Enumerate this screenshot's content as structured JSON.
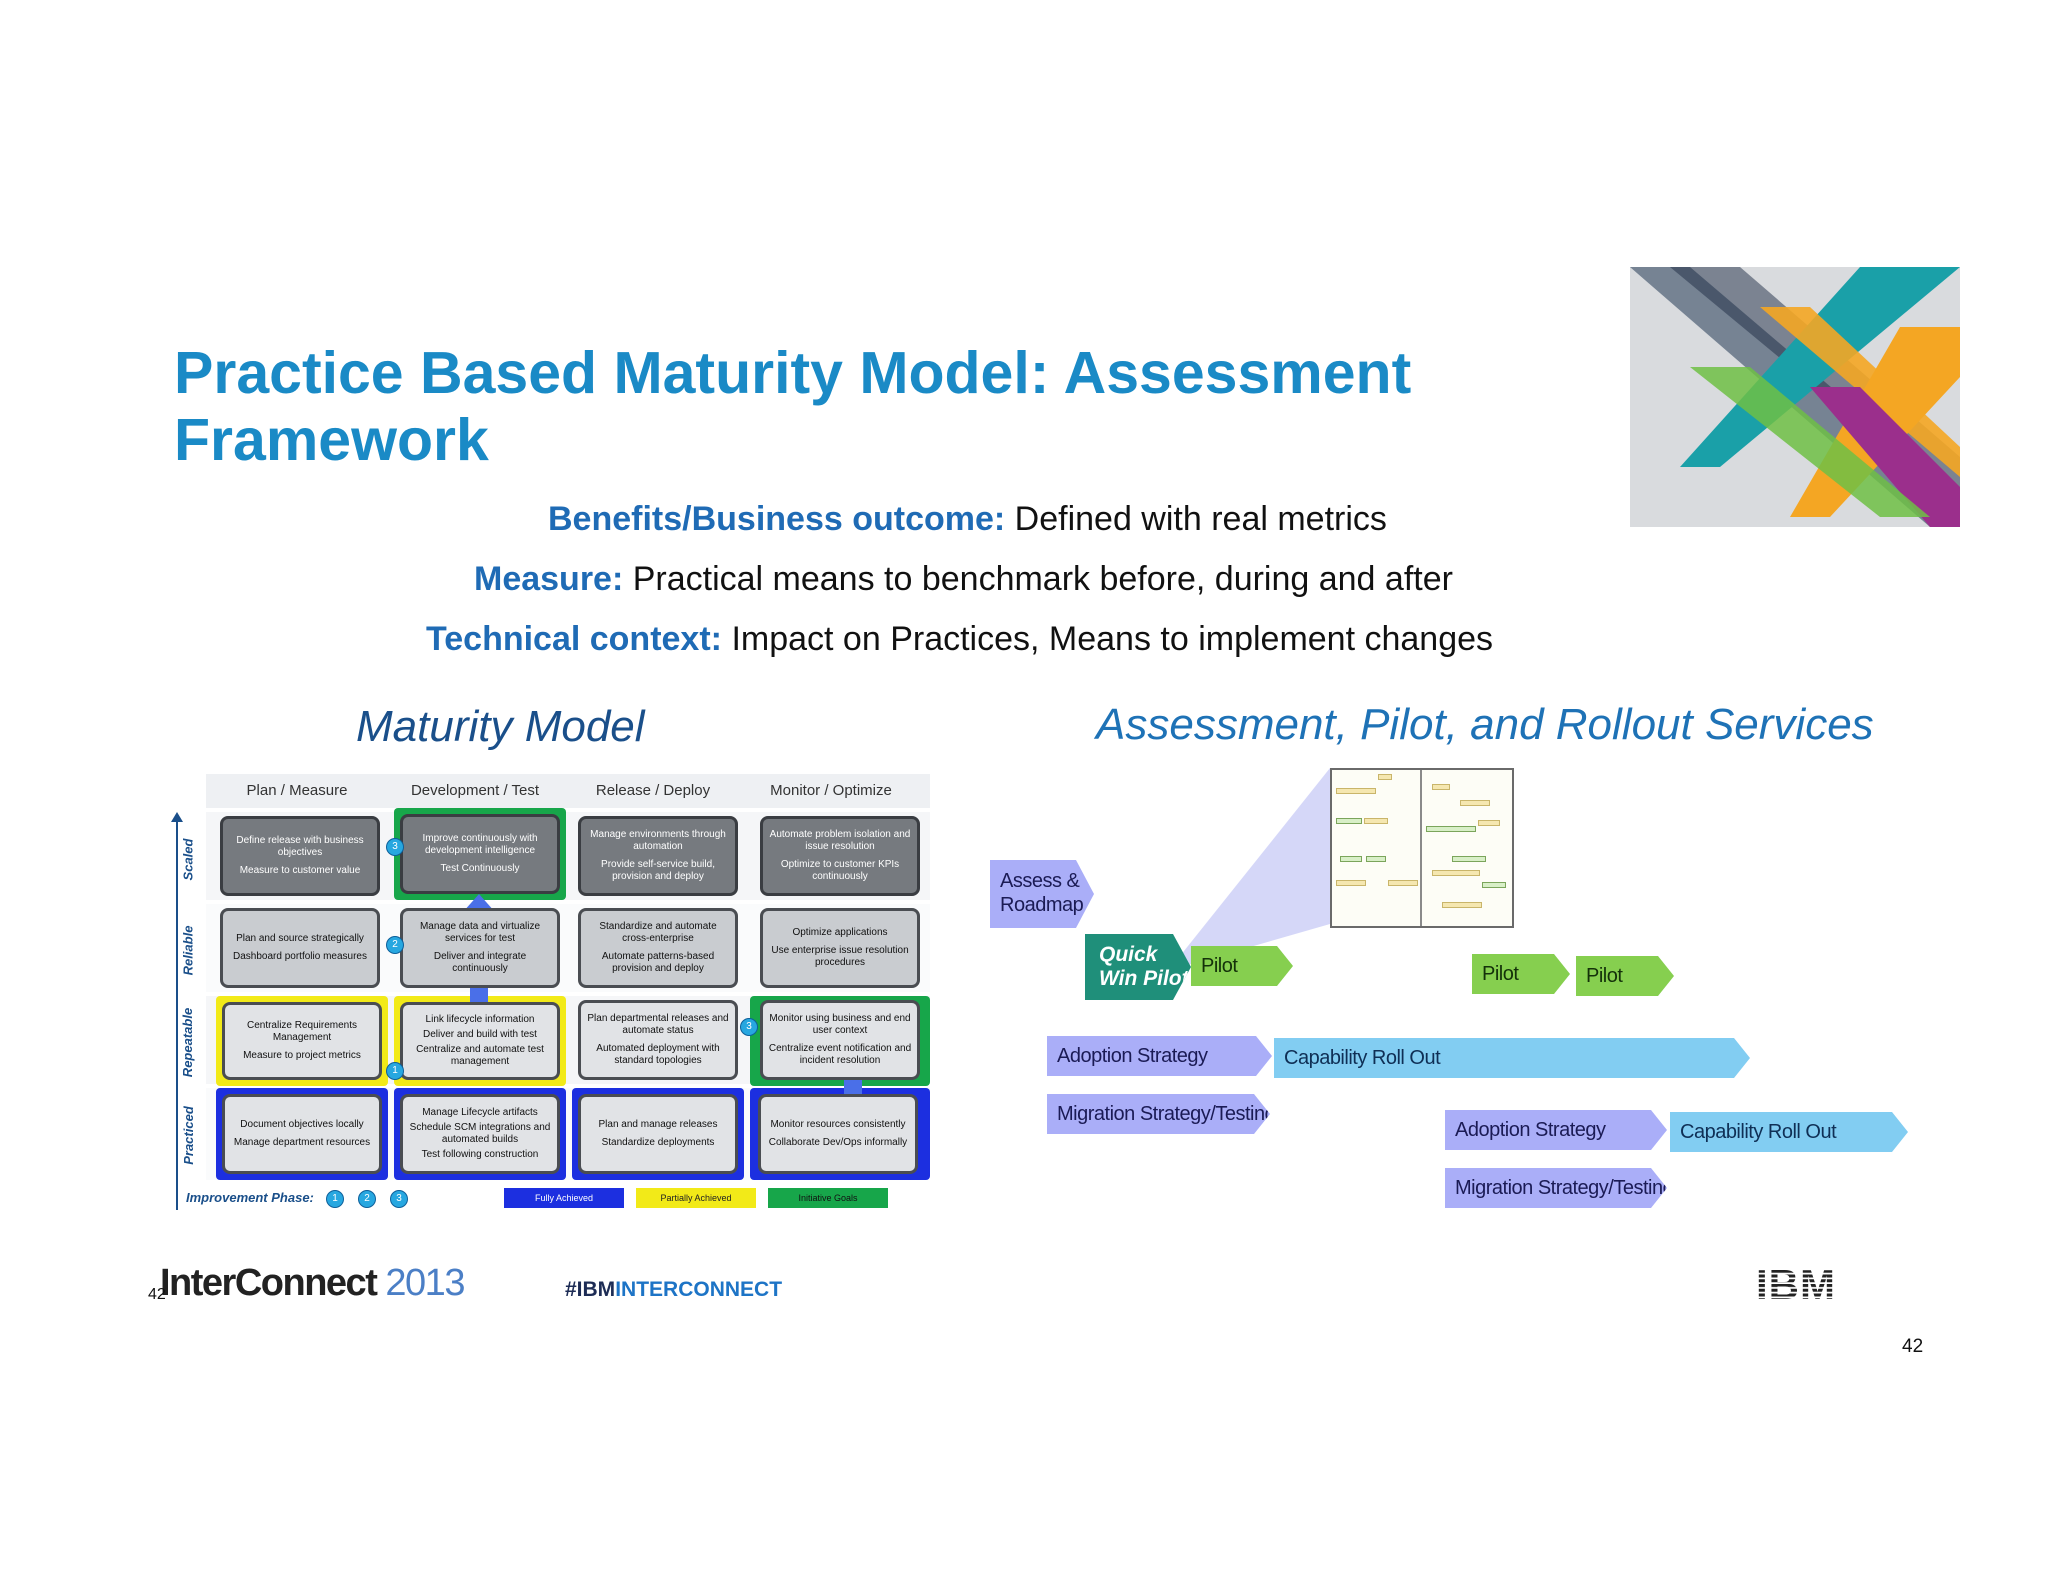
{
  "title": {
    "line1": "Practice Based Maturity Model: Assessment",
    "line2": "Framework"
  },
  "info": [
    {
      "key": "Benefits/Business outcome:",
      "value": " Defined with real metrics"
    },
    {
      "key": "Measure:",
      "value": " Practical means to benchmark before, during and after"
    },
    {
      "key": "Technical context:",
      "value": " Impact on Practices, Means to implement changes"
    }
  ],
  "sections": {
    "left": "Maturity Model",
    "right": "Assessment, Pilot, and Rollout Services"
  },
  "maturity": {
    "columns": [
      "Plan / Measure",
      "Development / Test",
      "Release / Deploy",
      "Monitor / Optimize"
    ],
    "rows": [
      "Scaled",
      "Reliable",
      "Repeatable",
      "Practiced"
    ],
    "cells": {
      "r0c0": [
        "Define release with business objectives",
        "Measure to customer value"
      ],
      "r0c1": [
        "Improve continuously with development intelligence",
        "Test Continuously"
      ],
      "r0c2": [
        "Manage environments through automation",
        "Provide self-service build, provision and deploy"
      ],
      "r0c3": [
        "Automate problem isolation and issue resolution",
        "Optimize to customer KPIs continuously"
      ],
      "r1c0": [
        "Plan and source strategically",
        "Dashboard portfolio measures"
      ],
      "r1c1": [
        "Manage data and virtualize services for test",
        "Deliver and integrate continuously"
      ],
      "r1c2": [
        "Standardize and automate cross-enterprise",
        "Automate patterns-based provision and deploy"
      ],
      "r1c3": [
        "Optimize applications",
        "Use enterprise issue resolution procedures"
      ],
      "r2c0": [
        "Centralize Requirements Management",
        "Measure to project metrics"
      ],
      "r2c1": [
        "Link lifecycle information",
        "Deliver and build with test",
        "Centralize and automate test management"
      ],
      "r2c2": [
        "Plan departmental releases and automate status",
        "Automated deployment with standard topologies"
      ],
      "r2c3": [
        "Monitor using business and end user context",
        "Centralize event notification and incident resolution"
      ],
      "r3c0": [
        "Document objectives locally",
        "Manage department resources"
      ],
      "r3c1": [
        "Manage Lifecycle artifacts",
        "Schedule SCM integrations and automated builds",
        "Test following construction"
      ],
      "r3c2": [
        "Plan and manage releases",
        "Standardize deployments"
      ],
      "r3c3": [
        "Monitor resources consistently",
        "Collaborate Dev/Ops informally"
      ]
    },
    "phase_marks": [
      "1",
      "2",
      "3"
    ],
    "legend": {
      "phase_label": "Improvement Phase:",
      "dots": [
        "1",
        "2",
        "3"
      ],
      "fully": "Fully Achieved",
      "partially": "Partially Achieved",
      "initiative": "Initiative Goals"
    }
  },
  "rollout": {
    "assess": "Assess &\nRoadmap",
    "quick_win": "Quick\nWin Pilot",
    "pilot1": "Pilot",
    "pilot2": "Pilot",
    "pilot3": "Pilot",
    "adoption1": "Adoption Strategy",
    "capability1": "Capability Roll Out",
    "migration1": "Migration Strategy/Testing",
    "adoption2": "Adoption Strategy",
    "capability2": "Capability Roll Out",
    "migration2": "Migration Strategy/Testing"
  },
  "footer": {
    "logo_main": "InterConnect",
    "logo_year": " 2013",
    "page_small": "42",
    "hashtag_a": "#IBM",
    "hashtag_b": "INTERCONNECT",
    "ibm": "IBM",
    "page_number": "42"
  },
  "colors": {
    "title_blue": "#1a8ac6",
    "key_blue": "#1f6bb5",
    "fully": "#1c2fe0",
    "partially": "#f2ea18",
    "initiative": "#17a64a",
    "purple_arrow": "#aaaef8",
    "blue_arrow": "#82cdf2",
    "green_arrow": "#86cf4f",
    "quick_win": "#1f8f7a"
  }
}
